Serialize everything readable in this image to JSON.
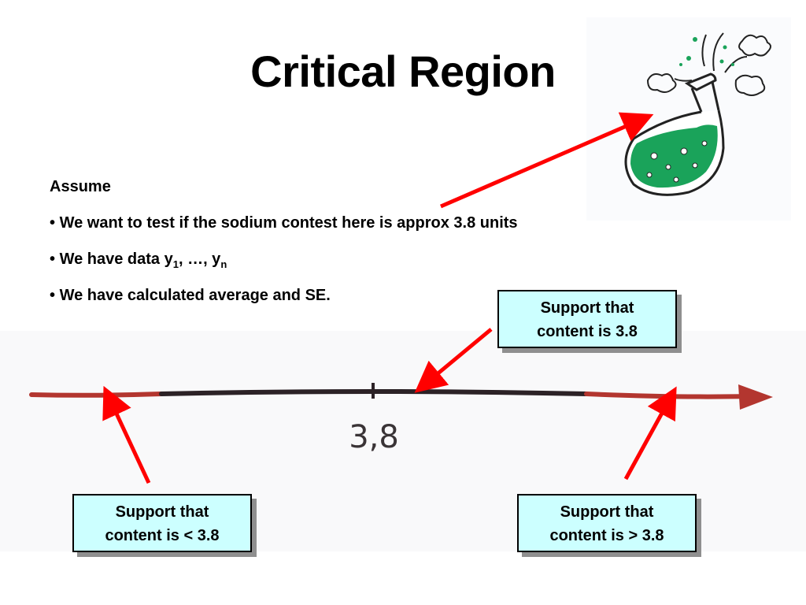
{
  "slide": {
    "title": "Critical Region"
  },
  "assume": {
    "heading": "Assume",
    "bullet_char": "•",
    "bullet1": "We want to test if the sodium contest here is approx 3.8 units",
    "bullet2_prefix": "We have data y",
    "bullet2_sub1": "1",
    "bullet2_mid": ", …, y",
    "bullet2_sub2": "n",
    "bullet3": "We have calculated average and SE."
  },
  "number_line": {
    "center_label": "3,8"
  },
  "callouts": {
    "center": {
      "line1": "Support that",
      "line2": "content is 3.8"
    },
    "left": {
      "line1": "Support that",
      "line2": "content is < 3.8"
    },
    "right": {
      "line1": "Support that",
      "line2": "content is > 3.8"
    }
  },
  "colors": {
    "callout_fill": "#ccffff",
    "arrow": "#ff0000",
    "line_outer": "#b3362f",
    "line_center": "#2c2226",
    "flask_liquid": "#1aa35a"
  }
}
